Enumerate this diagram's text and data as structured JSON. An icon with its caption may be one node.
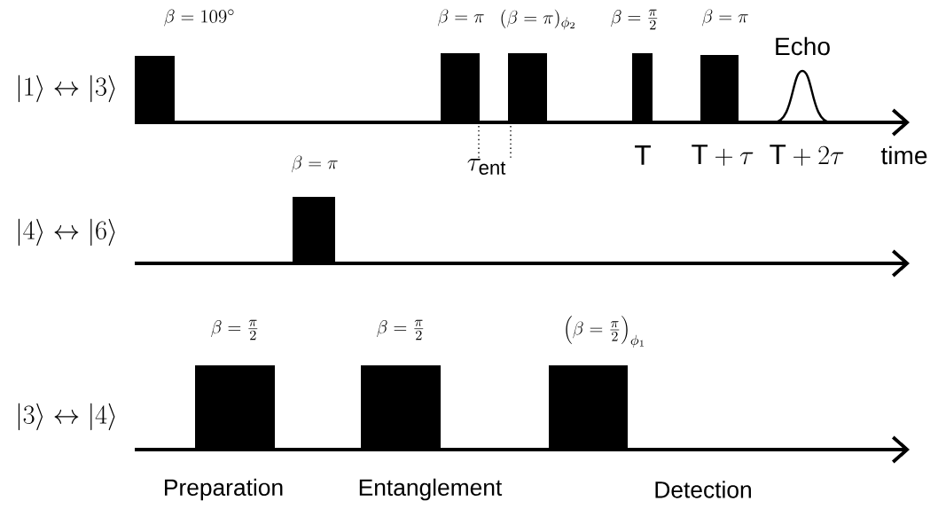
{
  "diagram": {
    "labels": [
      "\\beta = 109^{\\circ}",
      "\\beta = \\pi",
      "(\\beta = \\pi)_{\\phi_2}",
      "\\beta = \\frac{\\pi}{2}",
      "\\beta = \\pi",
      "Echo",
      "|1\\rangle \\leftrightarrow |3\\rangle",
      "\\tau_{\\mathrm{ent}}",
      "T",
      "\\mathrm{T}+\\tau",
      "\\mathrm{T}+2\\tau",
      "time",
      "\\beta = \\pi",
      "|4\\rangle \\leftrightarrow |6\\rangle",
      "\\beta = \\frac{\\pi}{2}",
      "\\beta = \\frac{\\pi}{2}",
      "\\left(\\beta = \\frac{\\pi}{2}\\right)_{\\phi_1}",
      "|3\\rangle \\leftrightarrow |4\\rangle",
      "Preparation",
      "Entanglement",
      "Detection"
    ]
  }
}
